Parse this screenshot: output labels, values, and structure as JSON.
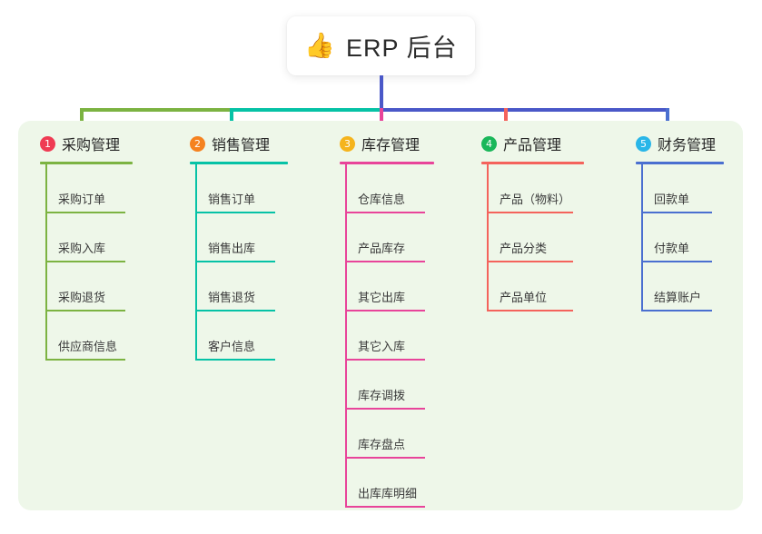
{
  "root": {
    "icon": "thumbs-up-emoji",
    "emoji": "👍",
    "title": "ERP 后台"
  },
  "palette": {
    "panel_bg": "#eef7e9",
    "root_connector": "#4a58c8",
    "trunk_green": "#7cb342",
    "trunk_teal": "#06c2a6",
    "trunk_blue": "#4a58c8"
  },
  "columns": [
    {
      "index": "1",
      "badge_color": "#ef3b53",
      "line_color": "#7cb342",
      "title": "采购管理",
      "items": [
        "采购订单",
        "采购入库",
        "采购退货",
        "供应商信息"
      ]
    },
    {
      "index": "2",
      "badge_color": "#f58220",
      "line_color": "#06c2a6",
      "title": "销售管理",
      "items": [
        "销售订单",
        "销售出库",
        "销售退货",
        "客户信息"
      ]
    },
    {
      "index": "3",
      "badge_color": "#f5b41d",
      "line_color": "#e8449a",
      "title": "库存管理",
      "items": [
        "仓库信息",
        "产品库存",
        "其它出库",
        "其它入库",
        "库存调拨",
        "库存盘点",
        "出库库明细"
      ]
    },
    {
      "index": "4",
      "badge_color": "#1ab75a",
      "line_color": "#f4635c",
      "title": "产品管理",
      "items": [
        "产品（物料）",
        "产品分类",
        "产品单位"
      ]
    },
    {
      "index": "5",
      "badge_color": "#29b6e8",
      "line_color": "#4a6fd0",
      "title": "财务管理",
      "items": [
        "回款单",
        "付款单",
        "结算账户"
      ]
    }
  ]
}
